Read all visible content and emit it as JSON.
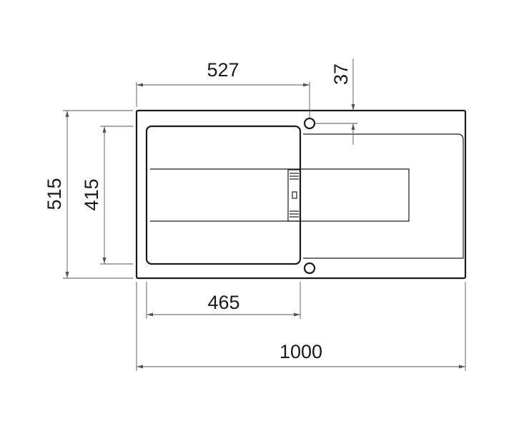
{
  "dimensions": {
    "overall_width": "1000",
    "overall_depth": "515",
    "bowl_depth": "415",
    "bowl_width": "465",
    "tap_hole_offset_x": "527",
    "tap_hole_offset_y": "37"
  }
}
